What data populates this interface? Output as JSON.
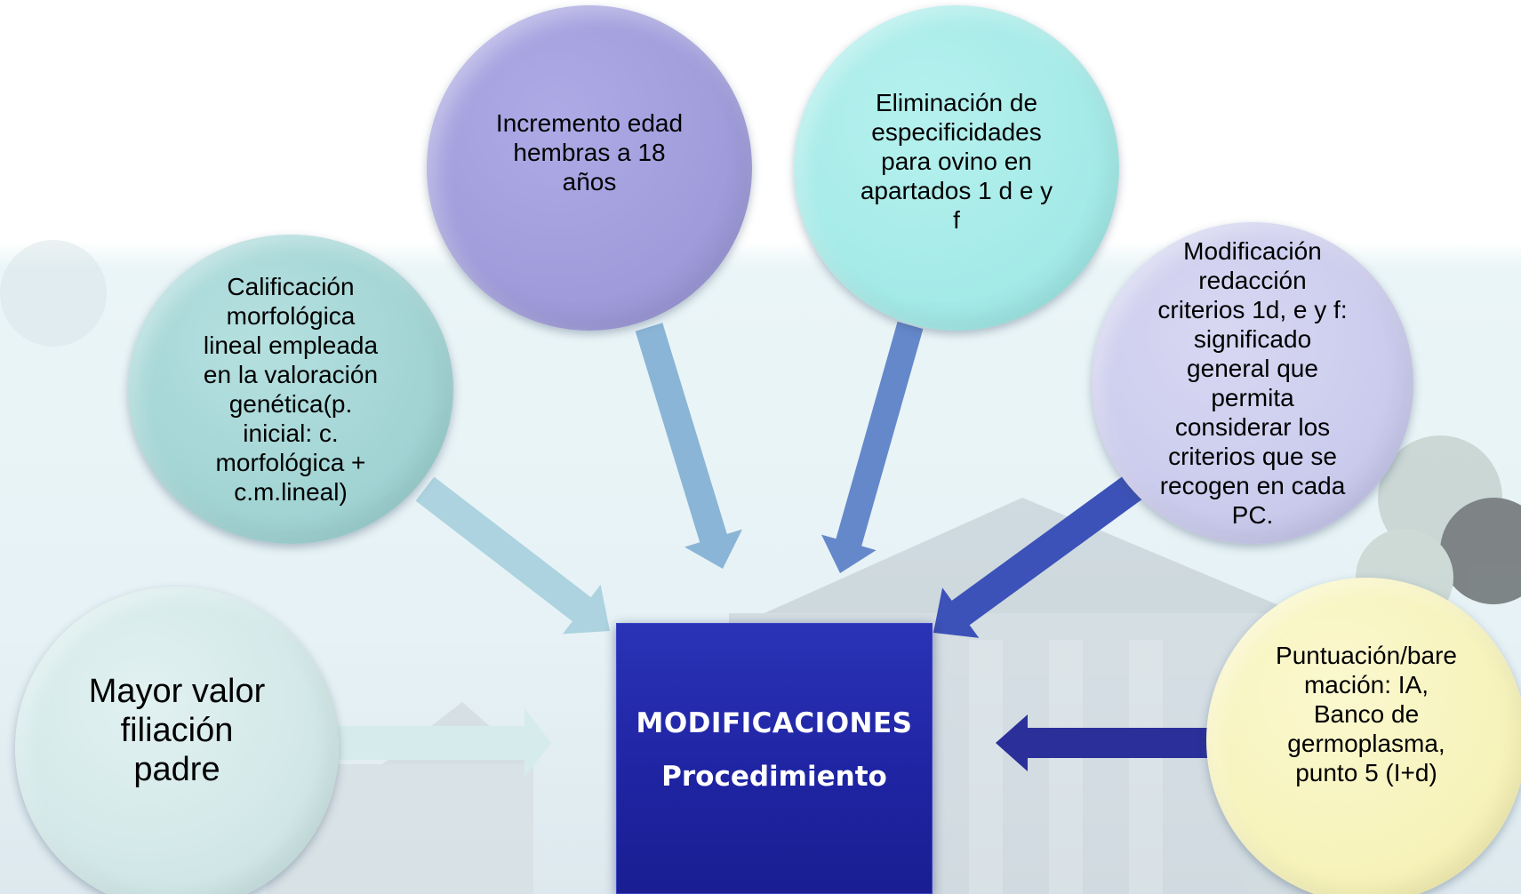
{
  "diagram": {
    "center": {
      "title": "MODIFICACIONES",
      "subtitle": "Procedimiento",
      "color": "#1f24a3"
    },
    "nodes": [
      {
        "id": "filiacion",
        "text": "Mayor valor\nfiliación\npadre",
        "color": "#cfe6e6"
      },
      {
        "id": "calificacion",
        "text": "Calificación\nmorfológica\nlineal empleada\nen la valoración\ngenética(p.\ninicial: c.\nmorfológica +\nc.m.lineal)",
        "color": "#9fd2d2"
      },
      {
        "id": "incremento",
        "text": "Incremento edad\nhembras a 18\naños",
        "color": "#9e9ad9"
      },
      {
        "id": "eliminacion",
        "text": "Eliminación de\nespecificidades\npara ovino en\napartados 1 d e y\nf",
        "color": "#a2e9e6"
      },
      {
        "id": "modificacion",
        "text": "Modificación\nredacción\ncriterios 1d, e y f:\nsignificado\ngeneral que\npermita\nconsiderar los\ncriterios que se\nrecogen en cada\nPC.",
        "color": "#c9c9ec"
      },
      {
        "id": "puntuacion",
        "text": "Puntuación/bare\nmación: IA,\nBanco de\ngermoplasma,\npunto 5 (I+d)",
        "color": "#f6f2b8"
      }
    ],
    "arrow_colors": {
      "filiacion": "#d6ecec",
      "calificacion": "#acd3df",
      "incremento": "#8ab5d6",
      "eliminacion": "#6588cb",
      "modificacion": "#3c52b8",
      "puntuacion": "#2a2f9a"
    }
  }
}
